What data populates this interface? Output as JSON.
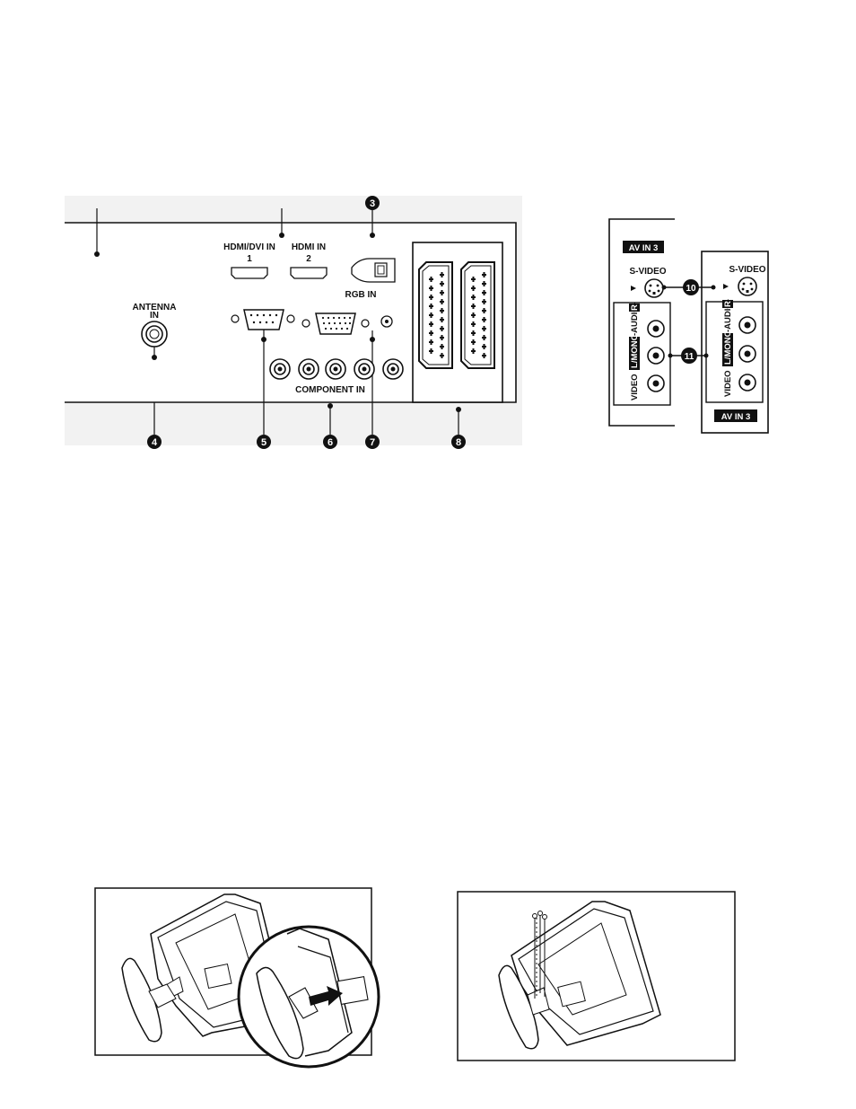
{
  "rear_panel": {
    "hdmi1_label": "HDMI/DVI IN",
    "hdmi1_num": "1",
    "hdmi2_label": "HDMI IN",
    "hdmi2_num": "2",
    "rgb_label": "RGB IN",
    "antenna_label_line1": "ANTENNA",
    "antenna_label_line2": "IN",
    "component_label": "COMPONENT IN",
    "callouts": [
      "3",
      "4",
      "5",
      "6",
      "7",
      "8"
    ]
  },
  "side_panel": {
    "av_label": "AV IN 3",
    "svideo_label": "S-VIDEO",
    "video_label": "VIDEO",
    "lmono_label": "L/MONO",
    "audio_label": "-AUDIO-",
    "r_label": "R",
    "callouts": [
      "10",
      "11"
    ]
  },
  "colors": {
    "ink": "#111111",
    "panel_fill": "#ffffff",
    "page_bg": "#ffffff"
  }
}
